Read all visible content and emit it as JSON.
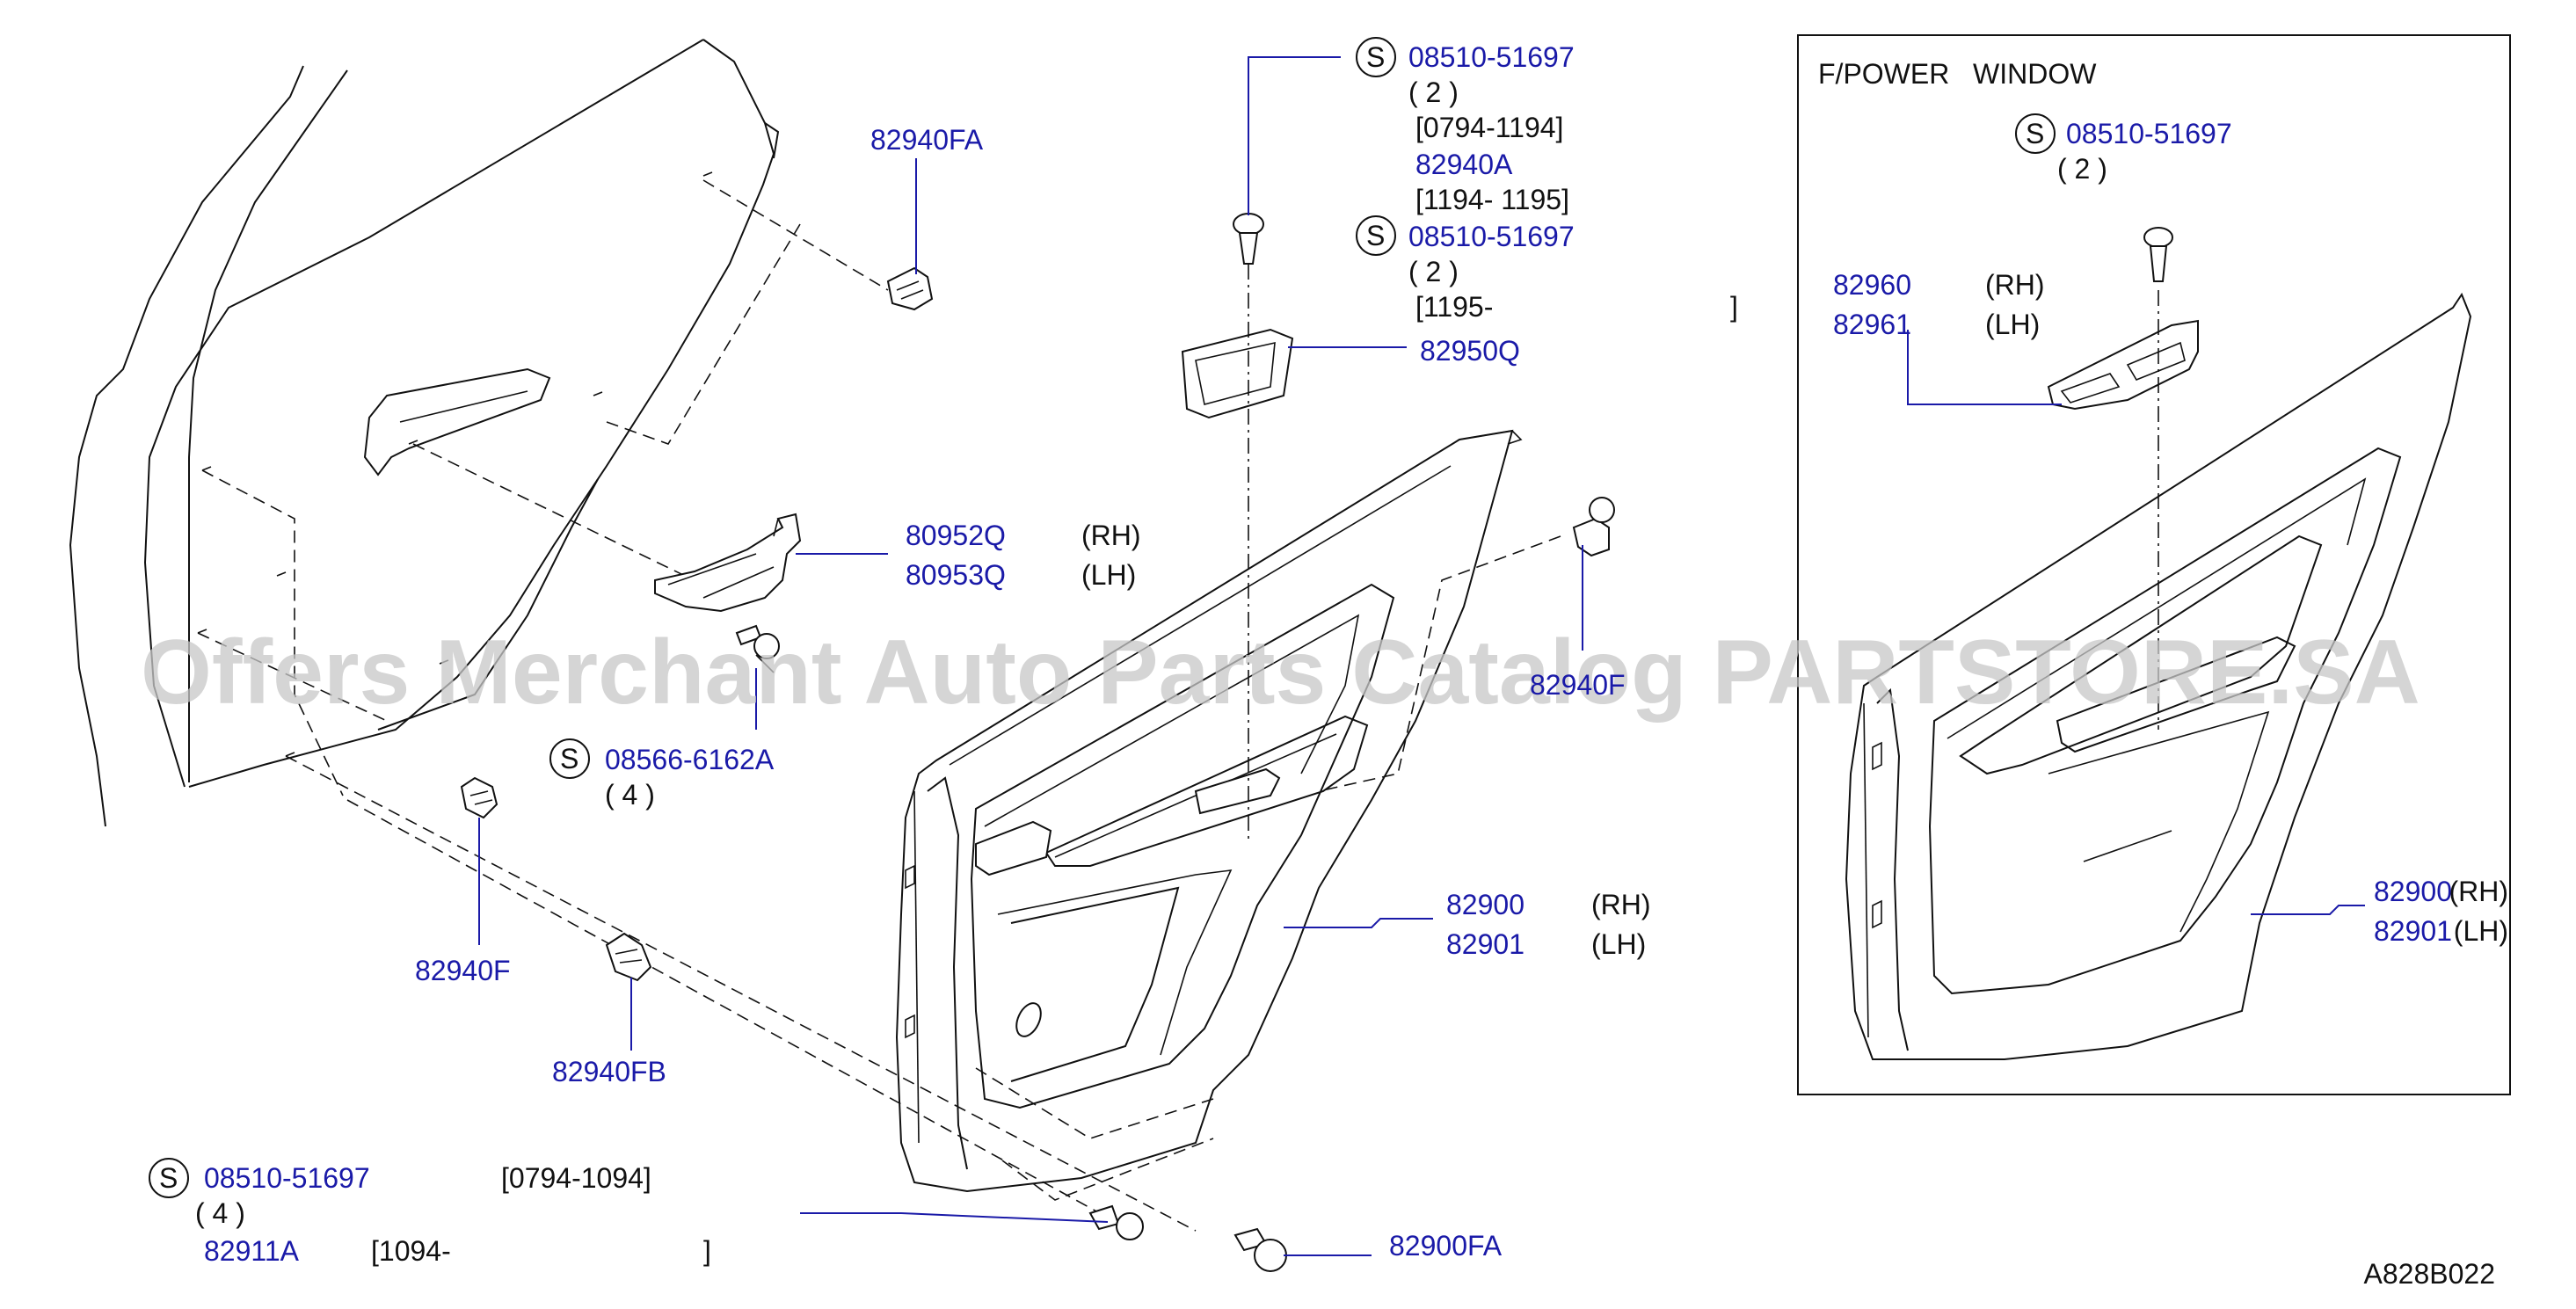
{
  "watermark": "Offers Merchant Auto Parts Catalog PARTSTORE.SA",
  "diagram_code": "A828B022",
  "inset_title": "F/POWER   WINDOW",
  "s_symbol": "S",
  "labels": {
    "p82940FA": "82940FA",
    "p80952Q": "80952Q",
    "p80953Q": "80953Q",
    "rh1": "(RH)",
    "lh1": "(LH)",
    "s_08566": "08566-6162A",
    "qty4a": "( 4 )",
    "p82940F_a": "82940F",
    "p82940F_b": "82940F",
    "p82940FB": "82940FB",
    "s_08510_a": "08510-51697",
    "qty2a": "( 2 )",
    "range1": "[0794-1194]",
    "p82940A": "82940A",
    "range2": "[1194-  1195]",
    "s_08510_b": "08510-51697",
    "qty2b": "( 2 )",
    "range3": "[1195-",
    "range3_end": "]",
    "p82950Q": "82950Q",
    "p82900": "82900",
    "p82901": "82901",
    "rh2": "(RH)",
    "lh2": "(LH)",
    "s_08510_c": "08510-51697",
    "range4": "[0794-1094]",
    "qty4b": "( 4 )",
    "p82911A": "82911A",
    "range5": "[1094-",
    "range5_end": "]",
    "p82900FA": "82900FA",
    "inset_s_08510": "08510-51697",
    "inset_qty2": "( 2 )",
    "inset_82960": "82960",
    "inset_82961": "82961",
    "inset_rh_a": "(RH)",
    "inset_lh_a": "(LH)",
    "inset_82900": "82900",
    "inset_82901": "82901",
    "inset_rh_b": "(RH)",
    "inset_lh_b": "(LH)"
  },
  "colors": {
    "part_number": "#1a1aa8",
    "text": "#111111",
    "watermark": "#c8c8c8"
  }
}
